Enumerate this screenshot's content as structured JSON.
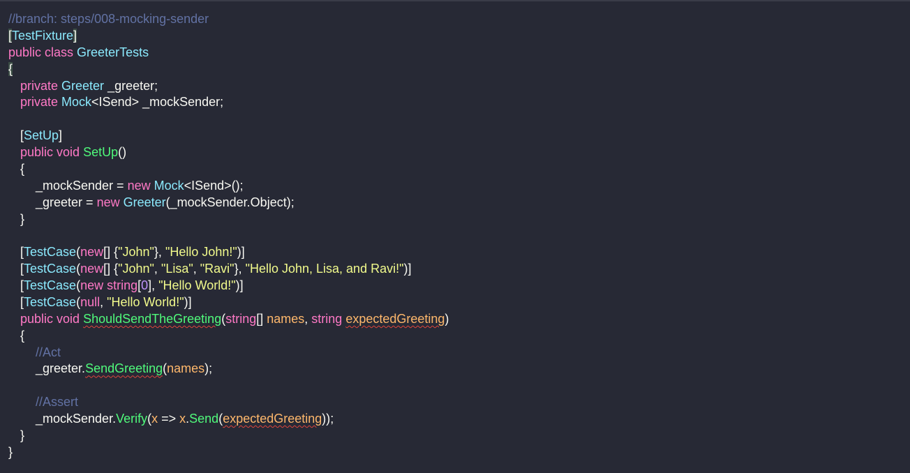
{
  "editor": {
    "indent": "    ",
    "lines": [
      [
        [
          0,
          "c",
          "//branch: steps/008-mocking-sender"
        ]
      ],
      [
        [
          0,
          "dm",
          "["
        ],
        [
          0,
          "t",
          "TestFixture"
        ],
        [
          0,
          "dm",
          "]"
        ]
      ],
      [
        [
          0,
          "k",
          "public class "
        ],
        [
          0,
          "t",
          "GreeterTests"
        ]
      ],
      [
        [
          0,
          "dm",
          "{"
        ]
      ],
      [
        [
          1,
          "k",
          "private "
        ],
        [
          1,
          "t",
          "Greeter"
        ],
        [
          1,
          "d",
          " _greeter;"
        ]
      ],
      [
        [
          1,
          "k",
          "private "
        ],
        [
          1,
          "t",
          "Mock"
        ],
        [
          1,
          "d",
          "<ISend> _mockSender;"
        ]
      ],
      [],
      [
        [
          1,
          "d",
          "["
        ],
        [
          1,
          "t",
          "SetUp"
        ],
        [
          1,
          "d",
          "]"
        ]
      ],
      [
        [
          1,
          "k",
          "public void "
        ],
        [
          1,
          "f",
          "SetUp"
        ],
        [
          1,
          "d",
          "()"
        ]
      ],
      [
        [
          1,
          "d",
          "{"
        ]
      ],
      [
        [
          2,
          "d",
          "_mockSender = "
        ],
        [
          2,
          "k",
          "new "
        ],
        [
          2,
          "t",
          "Mock"
        ],
        [
          2,
          "d",
          "<ISend>();"
        ]
      ],
      [
        [
          2,
          "d",
          "_greeter = "
        ],
        [
          2,
          "k",
          "new "
        ],
        [
          2,
          "t",
          "Greeter"
        ],
        [
          2,
          "d",
          "(_mockSender.Object);"
        ]
      ],
      [
        [
          1,
          "d",
          "}"
        ]
      ],
      [],
      [
        [
          1,
          "d",
          "["
        ],
        [
          1,
          "t",
          "TestCase"
        ],
        [
          1,
          "d",
          "("
        ],
        [
          1,
          "k",
          "new"
        ],
        [
          1,
          "d",
          "[] {"
        ],
        [
          1,
          "s",
          "\"John\""
        ],
        [
          1,
          "d",
          "}, "
        ],
        [
          1,
          "s",
          "\"Hello John!\""
        ],
        [
          1,
          "d",
          ")]"
        ]
      ],
      [
        [
          1,
          "d",
          "["
        ],
        [
          1,
          "t",
          "TestCase"
        ],
        [
          1,
          "d",
          "("
        ],
        [
          1,
          "k",
          "new"
        ],
        [
          1,
          "d",
          "[] {"
        ],
        [
          1,
          "s",
          "\"John\""
        ],
        [
          1,
          "d",
          ", "
        ],
        [
          1,
          "s",
          "\"Lisa\""
        ],
        [
          1,
          "d",
          ", "
        ],
        [
          1,
          "s",
          "\"Ravi\""
        ],
        [
          1,
          "d",
          "}, "
        ],
        [
          1,
          "s",
          "\"Hello John, Lisa, and Ravi!\""
        ],
        [
          1,
          "d",
          ")]"
        ]
      ],
      [
        [
          1,
          "d",
          "["
        ],
        [
          1,
          "t",
          "TestCase"
        ],
        [
          1,
          "d",
          "("
        ],
        [
          1,
          "k",
          "new string"
        ],
        [
          1,
          "d",
          "["
        ],
        [
          1,
          "n",
          "0"
        ],
        [
          1,
          "d",
          "], "
        ],
        [
          1,
          "s",
          "\"Hello World!\""
        ],
        [
          1,
          "d",
          ")]"
        ]
      ],
      [
        [
          1,
          "d",
          "["
        ],
        [
          1,
          "t",
          "TestCase"
        ],
        [
          1,
          "d",
          "("
        ],
        [
          1,
          "k",
          "null"
        ],
        [
          1,
          "d",
          ", "
        ],
        [
          1,
          "s",
          "\"Hello World!\""
        ],
        [
          1,
          "d",
          ")]"
        ]
      ],
      [
        [
          1,
          "k",
          "public void "
        ],
        [
          1,
          "fw",
          "ShouldSendTheGreeting"
        ],
        [
          1,
          "d",
          "("
        ],
        [
          1,
          "k",
          "string"
        ],
        [
          1,
          "d",
          "[] "
        ],
        [
          1,
          "p",
          "names"
        ],
        [
          1,
          "d",
          ", "
        ],
        [
          1,
          "k",
          "string "
        ],
        [
          1,
          "pw",
          "expectedGreeting"
        ],
        [
          1,
          "d",
          ")"
        ]
      ],
      [
        [
          1,
          "d",
          "{"
        ]
      ],
      [
        [
          2,
          "c",
          "//Act"
        ]
      ],
      [
        [
          2,
          "d",
          "_greeter."
        ],
        [
          2,
          "fw",
          "SendGreeting"
        ],
        [
          2,
          "d",
          "("
        ],
        [
          2,
          "p",
          "names"
        ],
        [
          2,
          "d",
          ");"
        ]
      ],
      [],
      [
        [
          2,
          "c",
          "//Assert"
        ]
      ],
      [
        [
          2,
          "d",
          "_mockSender."
        ],
        [
          2,
          "f",
          "Verify"
        ],
        [
          2,
          "d",
          "("
        ],
        [
          2,
          "p",
          "x"
        ],
        [
          2,
          "d",
          " => "
        ],
        [
          2,
          "p",
          "x"
        ],
        [
          2,
          "d",
          "."
        ],
        [
          2,
          "f",
          "Send"
        ],
        [
          2,
          "d",
          "("
        ],
        [
          2,
          "pw",
          "expectedGreeting"
        ],
        [
          2,
          "d",
          "));"
        ]
      ],
      [
        [
          1,
          "d",
          "}"
        ]
      ],
      [
        [
          0,
          "d",
          "}"
        ]
      ]
    ]
  },
  "colors": {
    "background": "#272935",
    "comment": "#6272a4",
    "keyword": "#ff79c6",
    "type": "#8be9fd",
    "function": "#50fa7b",
    "string": "#f1fa8c",
    "parameter": "#ffb86c",
    "number": "#bd93f9",
    "error_squiggle": "#e0453c"
  }
}
